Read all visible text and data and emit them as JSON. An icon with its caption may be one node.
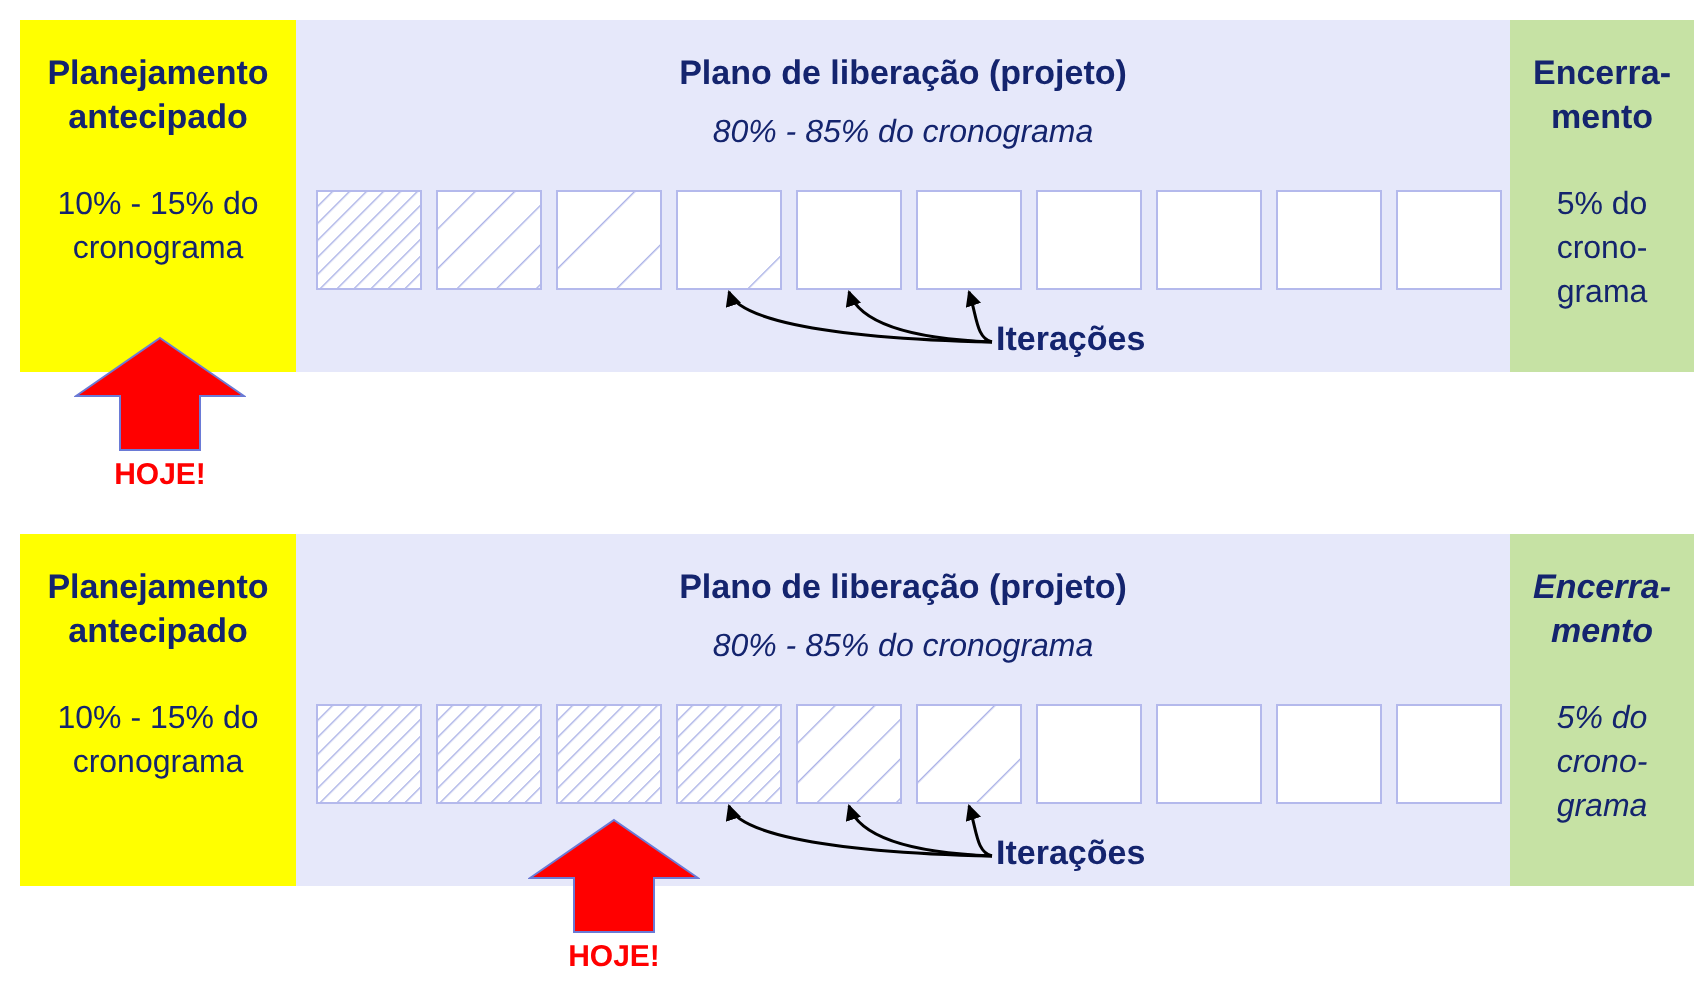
{
  "diagram": {
    "nodes": [
      {
        "text": [
          "Planejamento antecipado",
          "10% - 15% do cronograma"
        ]
      },
      {
        "text": [
          "Plano de liberação (projeto)",
          "80% - 85% do cronograma"
        ]
      },
      {
        "text": [],
        "shape": "box",
        "in": 1
      },
      {
        "text": [],
        "shape": "box",
        "in": 1
      },
      {
        "text": [],
        "shape": "box",
        "in": 1
      },
      {
        "text": [],
        "shape": "box",
        "in": 1
      },
      {
        "text": [],
        "shape": "box",
        "in": 1
      },
      {
        "text": [],
        "shape": "box",
        "in": 1
      },
      {
        "text": [],
        "shape": "box",
        "in": 1
      },
      {
        "text": [],
        "shape": "box",
        "in": 1
      },
      {
        "text": [],
        "shape": "box",
        "in": 1
      },
      {
        "text": [],
        "shape": "box",
        "in": 1
      },
      {
        "text": [
          "Iterações"
        ],
        "in": 1
      },
      {
        "text": [
          "Encerra-mento",
          "5% do crono-grama"
        ]
      },
      {
        "text": [
          "HOJE!"
        ]
      },
      {
        "text": [
          "Planejamento antecipado",
          "10% - 15% do cronograma"
        ]
      },
      {
        "text": [
          "Plano de liberação (projeto)",
          "80% - 85% do cronograma"
        ]
      },
      {
        "text": [],
        "shape": "box",
        "in": 16
      },
      {
        "text": [],
        "shape": "box",
        "in": 16
      },
      {
        "text": [],
        "shape": "box",
        "in": 16
      },
      {
        "text": [],
        "shape": "box",
        "in": 16
      },
      {
        "text": [],
        "shape": "box",
        "in": 16
      },
      {
        "text": [],
        "shape": "box",
        "in": 16
      },
      {
        "text": [],
        "shape": "box",
        "in": 16
      },
      {
        "text": [],
        "shape": "box",
        "in": 16
      },
      {
        "text": [],
        "shape": "box",
        "in": 16
      },
      {
        "text": [],
        "shape": "box",
        "in": 16
      },
      {
        "text": [
          "Iterações"
        ],
        "in": 16
      },
      {
        "text": [
          "Encerra-mento",
          "5% do crono-grama"
        ]
      },
      {
        "text": [
          "HOJE!"
        ]
      }
    ],
    "edges": [
      {
        "from": 12,
        "to": 5,
        "arrow": "to"
      },
      {
        "from": 12,
        "to": 6,
        "arrow": "to"
      },
      {
        "from": 12,
        "to": 7,
        "arrow": "to"
      },
      {
        "from": 27,
        "to": 20,
        "arrow": "to"
      },
      {
        "from": 27,
        "to": 21,
        "arrow": "to"
      },
      {
        "from": 27,
        "to": 22,
        "arrow": "to"
      }
    ]
  }
}
